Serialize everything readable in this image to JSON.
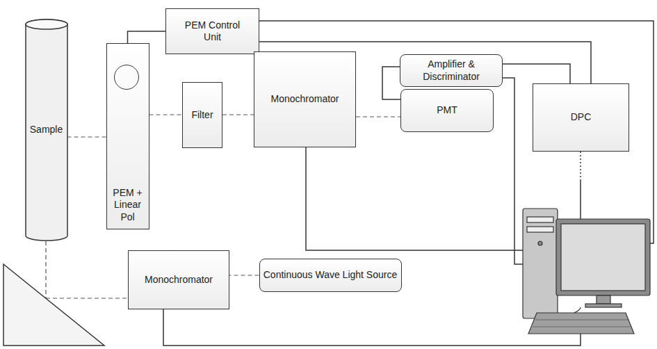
{
  "diagram": {
    "nodes": [
      {
        "text": [
          "PEM Control Unit"
        ]
      },
      {
        "text": [
          "Amplifier & Discriminator"
        ]
      },
      {
        "text": [
          "Sample"
        ]
      },
      {
        "text": [
          "PEM + Linear Pol"
        ]
      },
      {
        "text": [
          "Filter"
        ]
      },
      {
        "text": [
          "Monochromator"
        ]
      },
      {
        "text": [
          "PMT"
        ]
      },
      {
        "text": [
          "DPC"
        ]
      },
      {
        "text": [
          "Monochromator"
        ]
      },
      {
        "text": [
          "Continuous Wave Light Source"
        ]
      }
    ],
    "edges": [
      {
        "from": 2,
        "to": 3,
        "arrow": "none"
      },
      {
        "from": 3,
        "to": 4,
        "arrow": "none"
      },
      {
        "from": 4,
        "to": 5,
        "arrow": "none"
      },
      {
        "from": 5,
        "to": 6,
        "arrow": "none"
      },
      {
        "from": 9,
        "to": 8,
        "arrow": "none"
      },
      {
        "from": 0,
        "to": 3,
        "arrow": "none"
      },
      {
        "from": 0,
        "to": 7,
        "arrow": "none"
      },
      {
        "from": 1,
        "to": 6,
        "arrow": "none"
      },
      {
        "from": 1,
        "to": 7,
        "arrow": "none"
      }
    ]
  }
}
